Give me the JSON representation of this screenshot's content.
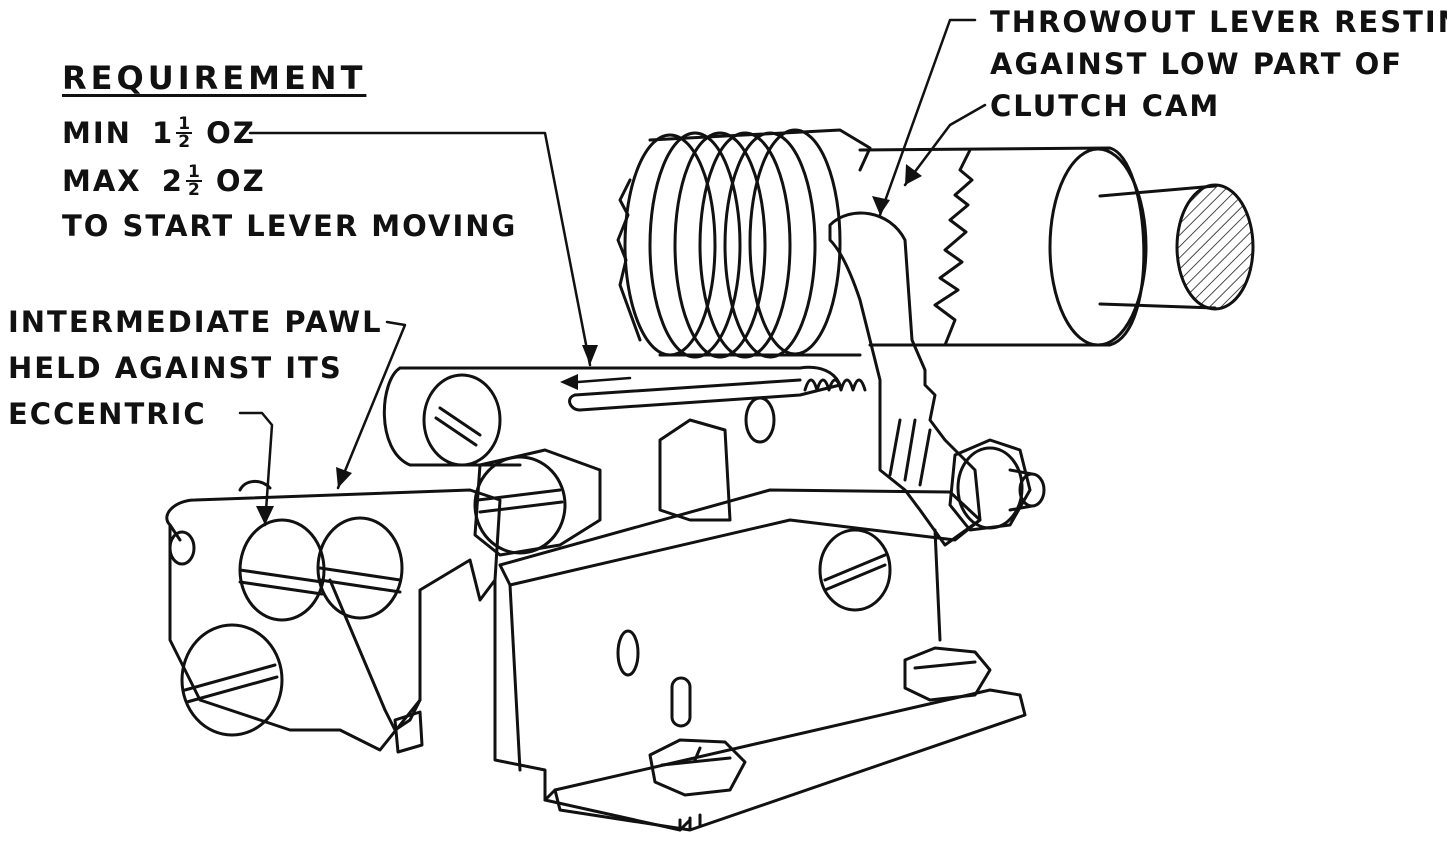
{
  "requirement": {
    "heading": "REQUIREMENT",
    "min_prefix": "MIN",
    "min_whole": "1",
    "min_num": "1",
    "min_den": "2",
    "min_unit": "OZ",
    "max_prefix": "MAX",
    "max_whole": "2",
    "max_num": "1",
    "max_den": "2",
    "max_unit": "OZ",
    "condition": "TO START LEVER MOVING"
  },
  "callouts": {
    "throwout_line1": "THROWOUT LEVER RESTING",
    "throwout_line2": "AGAINST LOW PART OF",
    "throwout_line3": "CLUTCH CAM",
    "pawl_line1": "INTERMEDIATE PAWL",
    "pawl_line2": "HELD AGAINST ITS",
    "pawl_line3": "ECCENTRIC"
  },
  "colors": {
    "ink": "#111111",
    "paper": "#ffffff"
  }
}
